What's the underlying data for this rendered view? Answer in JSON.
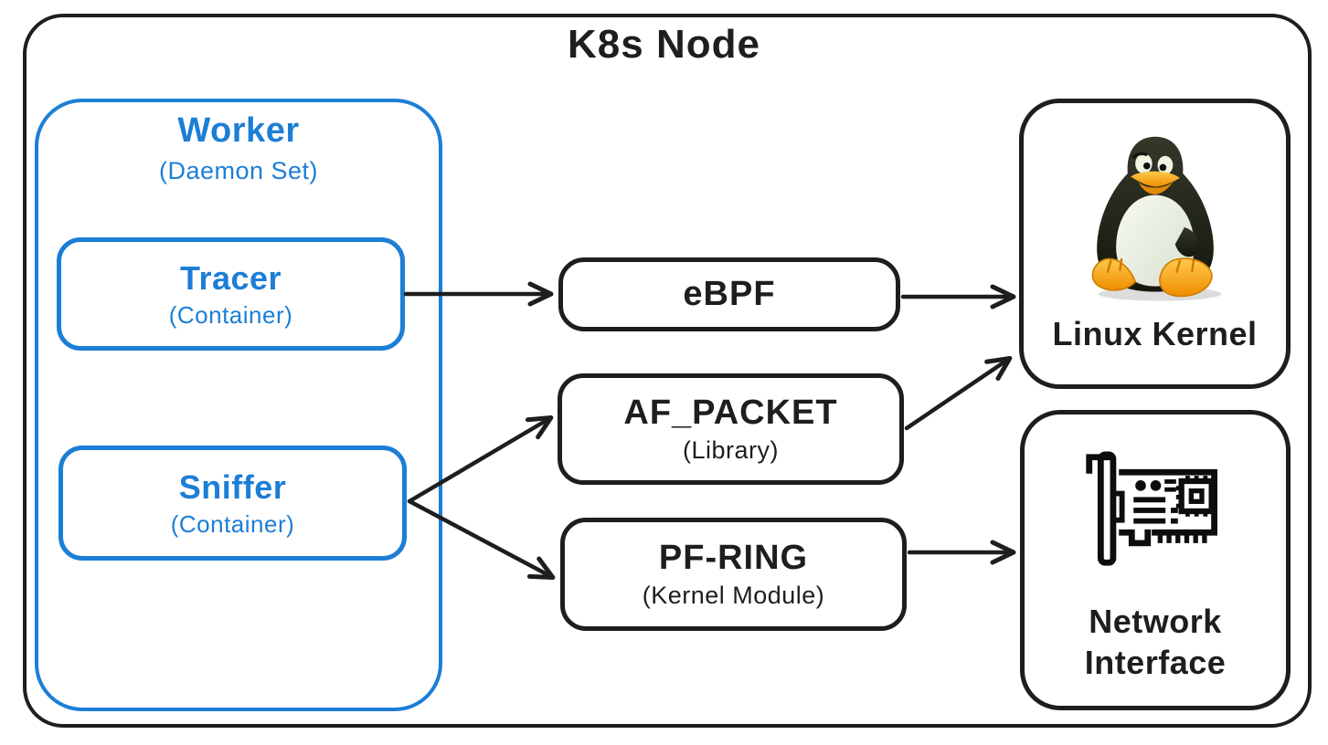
{
  "diagram": {
    "title": "K8s Node",
    "colors": {
      "accent_blue": "#1c7ed6",
      "ink_black": "#1e1e1e"
    },
    "worker": {
      "title": "Worker",
      "subtitle": "(Daemon Set)"
    },
    "tracer": {
      "title": "Tracer",
      "subtitle": "(Container)"
    },
    "sniffer": {
      "title": "Sniffer",
      "subtitle": "(Container)"
    },
    "ebpf": {
      "title": "eBPF"
    },
    "af_packet": {
      "title": "AF_PACKET",
      "subtitle": "(Library)"
    },
    "pf_ring": {
      "title": "PF-RING",
      "subtitle": "(Kernel Module)"
    },
    "linux_kernel": {
      "title": "Linux Kernel",
      "icon": "tux-penguin-icon"
    },
    "network_interface": {
      "title": "Network Interface",
      "icon": "network-card-icon"
    },
    "arrows": [
      {
        "from": "tracer",
        "to": "ebpf"
      },
      {
        "from": "ebpf",
        "to": "linux-kernel"
      },
      {
        "from": "sniffer",
        "to": "af-packet"
      },
      {
        "from": "af-packet",
        "to": "linux-kernel"
      },
      {
        "from": "sniffer",
        "to": "pf-ring"
      },
      {
        "from": "pf-ring",
        "to": "network-interface"
      }
    ]
  }
}
